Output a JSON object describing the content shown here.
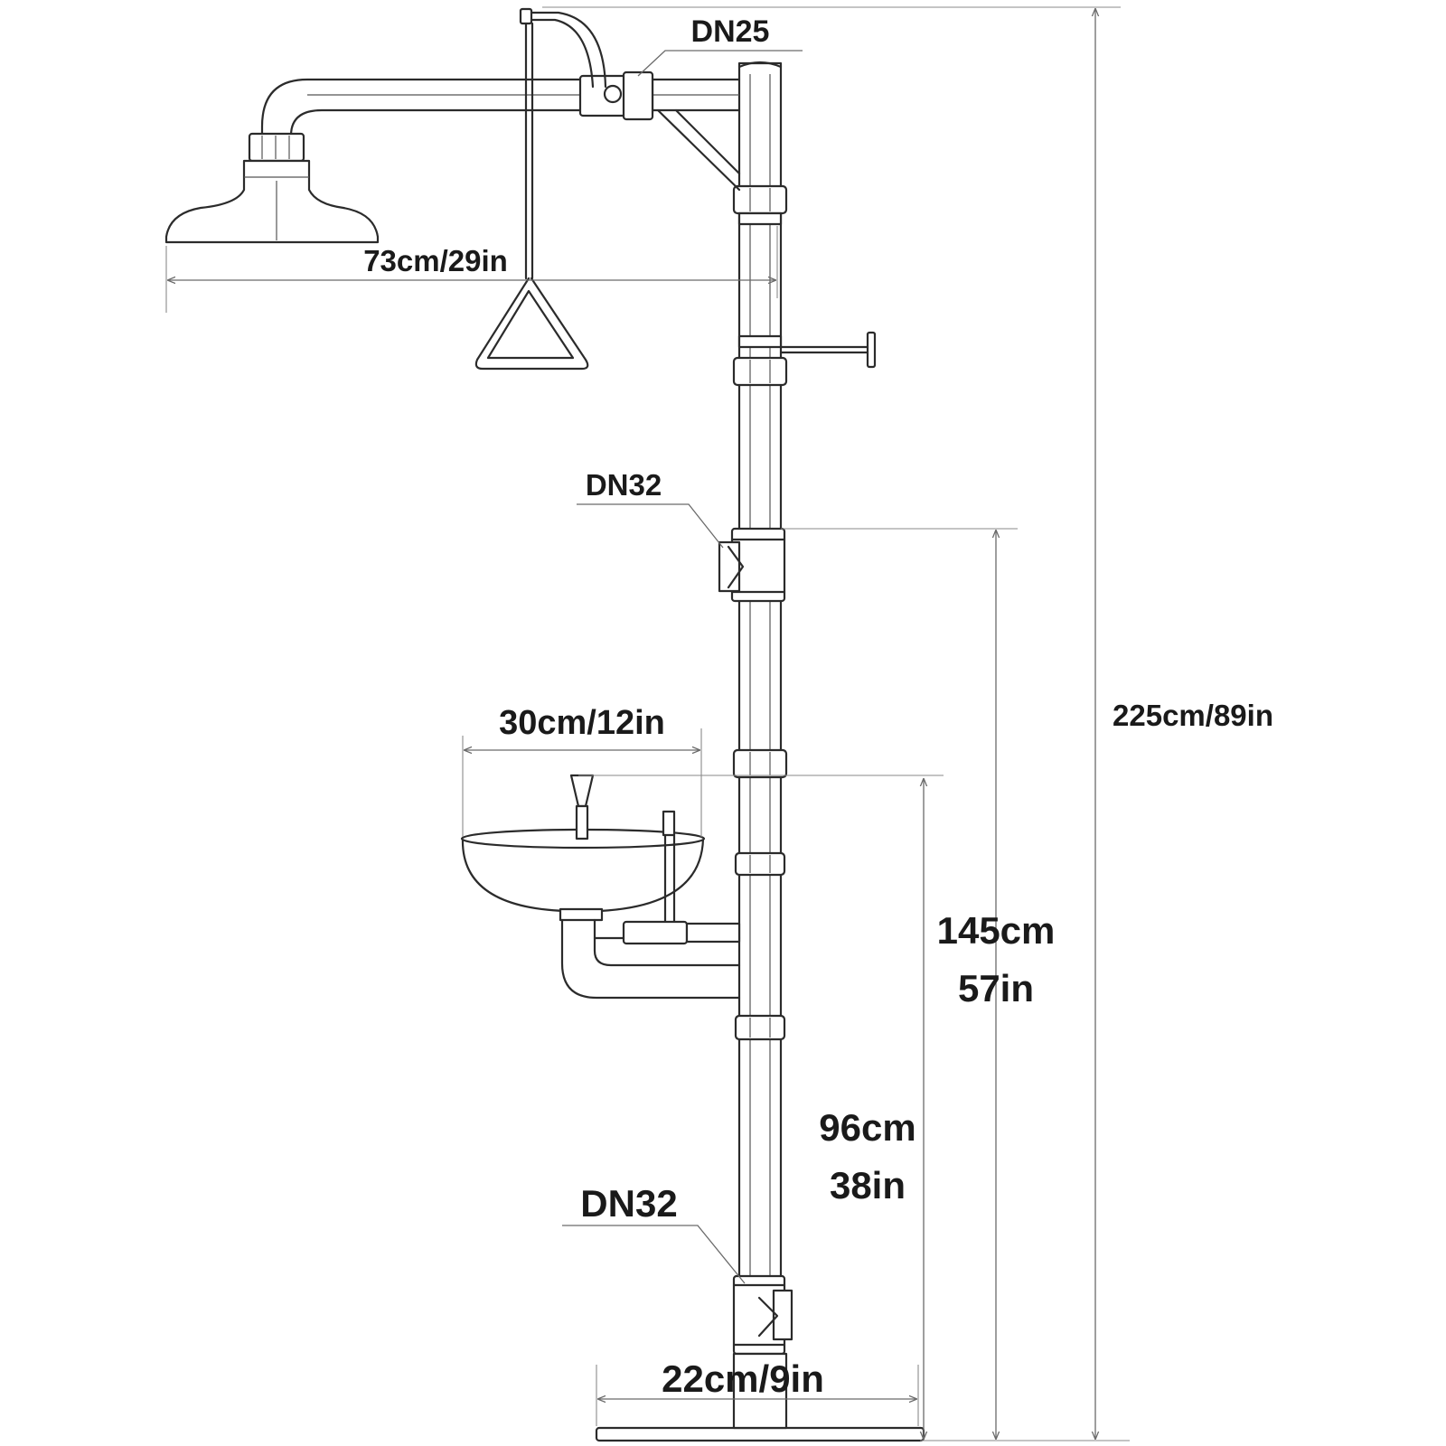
{
  "labels": {
    "dn25": "DN25",
    "dn32_upper": "DN32",
    "dn32_lower": "DN32",
    "total_height": "225cm/89in",
    "arm_width": "73cm/29in",
    "bowl_width": "30cm/12in",
    "shower_valve_height_cm": "145cm",
    "shower_valve_height_in": "57in",
    "bowl_height_cm": "96cm",
    "bowl_height_in": "38in",
    "base_width": "22cm/9in"
  },
  "colors": {
    "line": "#2b2b2b",
    "dimension": "#6a6a6a",
    "text": "#1a1a1a"
  }
}
